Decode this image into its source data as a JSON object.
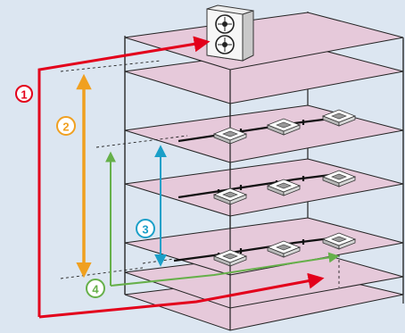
{
  "colors": {
    "background": "#dce6f1",
    "floor_fill": "#e6c9da",
    "floor_stroke": "#222222",
    "label_1": "#e3001b",
    "label_2": "#f0a020",
    "label_3": "#1a9fc8",
    "label_4": "#66b04a"
  },
  "labels": {
    "l1": "1",
    "l2": "2",
    "l3": "3",
    "l4": "4"
  },
  "icons": {
    "outdoor_unit": "outdoor-unit-icon",
    "indoor_unit": "cassette-indoor-unit-icon"
  }
}
